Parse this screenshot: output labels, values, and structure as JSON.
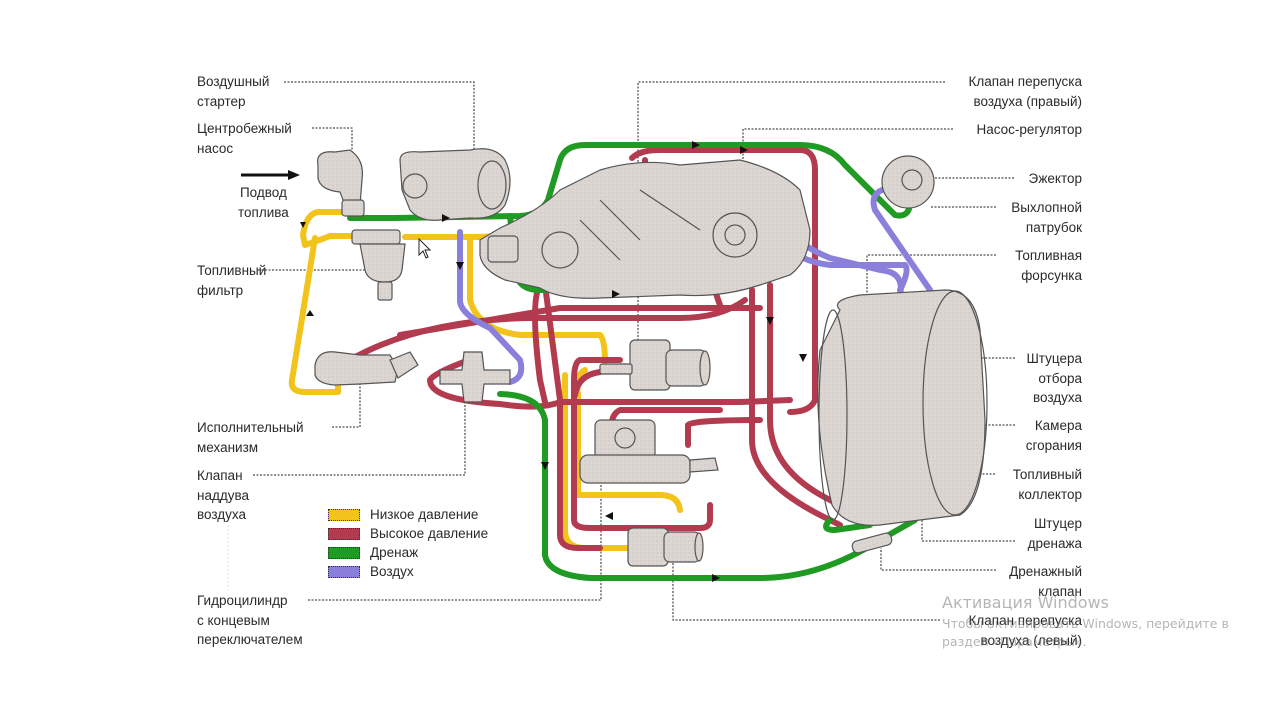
{
  "colors": {
    "low_pressure": "#f2c31a",
    "high_pressure": "#b23b50",
    "drain": "#1f9a22",
    "air": "#8a80dc",
    "component_fill": "#dcd6d2",
    "component_stroke": "#555555"
  },
  "labels": {
    "air_starter": "Воздушный\nстартер",
    "centrifugal_pump": "Центробежный\nнасос",
    "fuel_supply": "Подвод\nтоплива",
    "fuel_filter": "Топливный\nфильтр",
    "actuator": "Исполнительный\nмеханизм",
    "air_boost_valve": "Клапан\nнаддува\nвоздуха",
    "hydraulic_cylinder": "Гидроцилиндр\nс концевым\nпереключателем",
    "bypass_valve_right": "Клапан перепуска\nвоздуха (правый)",
    "pump_regulator": "Насос-регулятор",
    "ejector": "Эжектор",
    "exhaust_pipe": "Выхлопной\nпатрубок",
    "fuel_nozzle": "Топливная\nфорсунка",
    "air_bleed_fittings": "Штуцера\nотбора\nвоздуха",
    "combustion_chamber": "Камера\nсгорания",
    "fuel_manifold": "Топливный\nколлектор",
    "drain_fitting": "Штуцер\nдренажа",
    "drain_valve": "Дренажный\nклапан",
    "bypass_valve_left": "Клапан перепуска\nвоздуха (левый)"
  },
  "legend": [
    {
      "key": "low_pressure",
      "label": "Низкое давление"
    },
    {
      "key": "high_pressure",
      "label": "Высокое давление"
    },
    {
      "key": "drain",
      "label": "Дренаж"
    },
    {
      "key": "air",
      "label": "Воздух"
    }
  ],
  "watermark": {
    "title": "Активация Windows",
    "line1": "Чтобы активировать Windows, перейдите в",
    "line2": "раздел «Параметры»."
  }
}
